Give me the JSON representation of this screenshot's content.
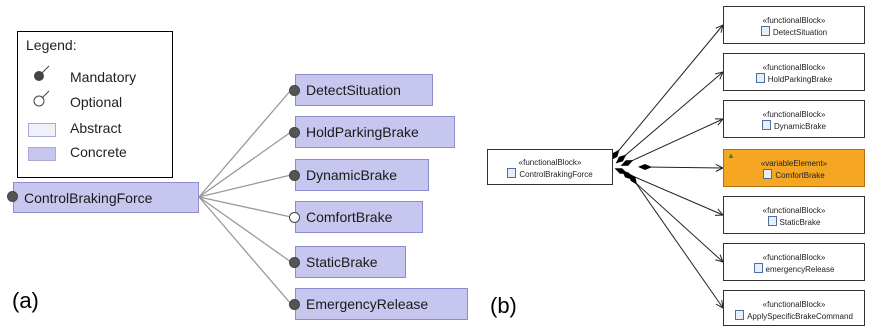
{
  "legend": {
    "title": "Legend:",
    "items": [
      {
        "label": "Mandatory",
        "symbol": "filled-circle"
      },
      {
        "label": "Optional",
        "symbol": "hollow-circle"
      },
      {
        "label": "Abstract",
        "color": "#f0f0fb"
      },
      {
        "label": "Concrete",
        "color": "#c6c6ef"
      }
    ]
  },
  "panel_a": {
    "label": "(a)",
    "root": "ControlBrakingForce",
    "children": [
      {
        "name": "DetectSituation",
        "kind": "mandatory"
      },
      {
        "name": "HoldParkingBrake",
        "kind": "mandatory"
      },
      {
        "name": "DynamicBrake",
        "kind": "mandatory"
      },
      {
        "name": "ComfortBrake",
        "kind": "optional"
      },
      {
        "name": "StaticBrake",
        "kind": "mandatory"
      },
      {
        "name": "EmergencyRelease",
        "kind": "mandatory"
      }
    ]
  },
  "panel_b": {
    "label": "(b)",
    "root": {
      "stereotype": "«functionalBlock»",
      "name": "ControlBrakingForce"
    },
    "blocks": [
      {
        "stereotype": "«functionalBlock»",
        "name": "DetectSituation"
      },
      {
        "stereotype": "«functionalBlock»",
        "name": "HoldParkingBrake"
      },
      {
        "stereotype": "«functionalBlock»",
        "name": "DynamicBrake"
      },
      {
        "stereotype": "«variableElement»",
        "name": "ComfortBrake",
        "highlight": "#f5a623"
      },
      {
        "stereotype": "«functionalBlock»",
        "name": "StaticBrake"
      },
      {
        "stereotype": "«functionalBlock»",
        "name": "emergencyRelease"
      },
      {
        "stereotype": "«functionalBlock»",
        "name": "ApplySpecificBrakeCommand"
      }
    ]
  }
}
